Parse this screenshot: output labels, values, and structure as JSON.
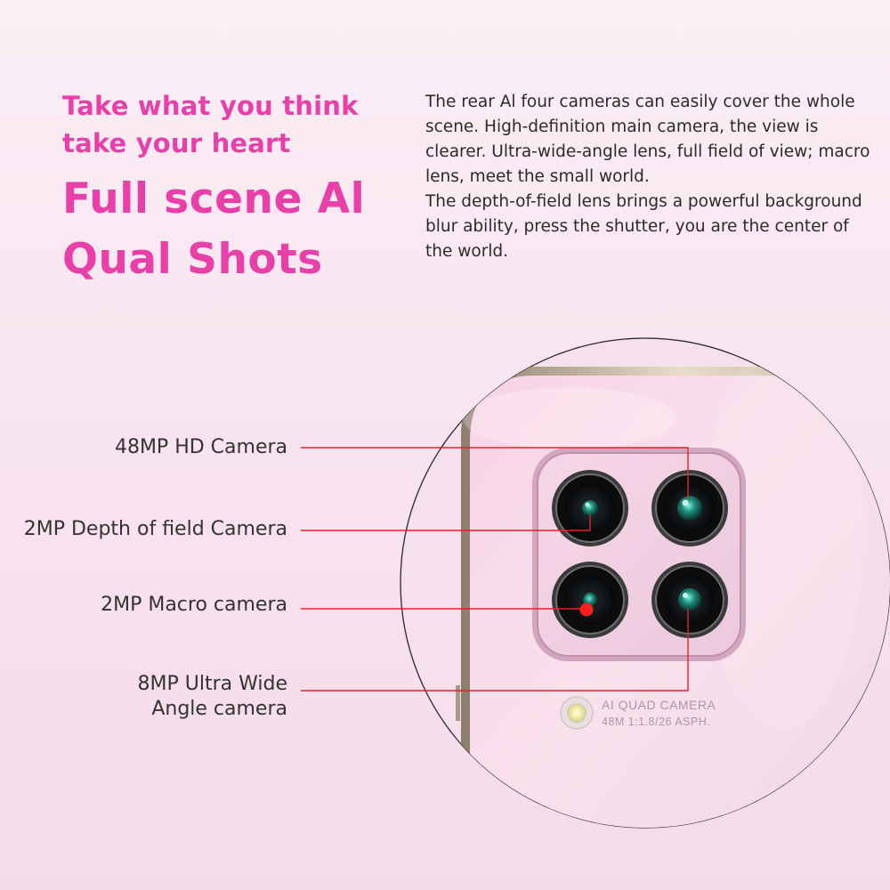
{
  "headline": {
    "line1": "Take what you think",
    "line2": "take your heart",
    "line3": "Full scene Al",
    "line4": "Qual Shots"
  },
  "description": {
    "paragraph1": "The rear Al four cameras can easily cover the whole scene. High-definition main camera, the view is clearer. Ultra-wide-angle lens, full field of view; macro lens, meet the small world.",
    "paragraph2": "The depth-of-field lens brings a powerful background blur ability, press the shutter, you are the center of the world."
  },
  "callouts": {
    "hd": "48MP HD Camera",
    "depth": "2MP Depth of field Camera",
    "macro": "2MP Macro camera",
    "wide_line1": "8MP Ultra Wide",
    "wide_line2": "Angle camera"
  },
  "phone_print": {
    "line1": "AI QUAD CAMERA",
    "line2": "48M  1:1.8/26  ASPH."
  },
  "colors": {
    "accent": "#e93fa8",
    "callout_line": "#d9262b",
    "text": "#2b2b2b"
  }
}
